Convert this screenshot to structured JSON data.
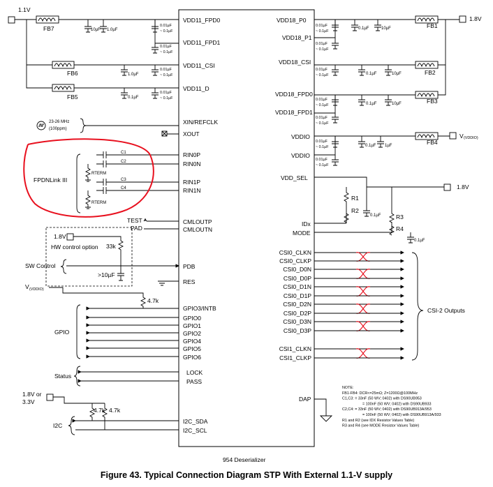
{
  "supplies": {
    "v11": "1.1V",
    "v18": "1.8V",
    "vddio_sub": "(VDDIO)",
    "v18or33_a": "1.8V or",
    "v18or33_b": "3.3V",
    "hw_v": "1.8V"
  },
  "ferrites": [
    "FB7",
    "FB6",
    "FB5",
    "FB1",
    "FB2",
    "FB3",
    "FB4"
  ],
  "caps": {
    "c10u": "10µF",
    "c1u": "1.0µF",
    "c1u_b": "1µF",
    "c01u": "0.1µF",
    "c001u": "0.01µF",
    "c01u_small": "~ 0.1µF",
    "c_ext": ">10µF"
  },
  "pins_left": [
    "VDD11_FPD0",
    "VDD11_FPD1",
    "VDD11_CSI",
    "VDD11_D",
    "XIN/REFCLK",
    "XOUT",
    "RIN0P",
    "RIN0N",
    "RIN1P",
    "RIN1N",
    "CMLOUTP",
    "CMLOUTN",
    "PDB",
    "RES",
    "GPIO3/INTB",
    "GPIO0",
    "GPIO1",
    "GPIO2",
    "GPIO4",
    "GPIO5",
    "GPIO6",
    "LOCK",
    "PASS",
    "I2C_SDA",
    "I2C_SCL"
  ],
  "pins_right": [
    "VDD18_P0",
    "VDD18_P1",
    "VDD18_CSI",
    "VDD18_FPD0",
    "VDD18_FPD1",
    "VDDIO",
    "VDDIO",
    "VDD_SEL",
    "IDx",
    "MODE",
    "DAP"
  ],
  "csi_pins": [
    "CSI0_CLKN",
    "CSI0_CLKP",
    "CSI0_D0N",
    "CSI0_D0P",
    "CSI0_D1N",
    "CSI0_D1P",
    "CSI0_D2N",
    "CSI0_D2P",
    "CSI0_D3N",
    "CSI0_D3P",
    "CSI1_CLKN",
    "CSI1_CLKP"
  ],
  "labels": {
    "clock_a": "23-26 MHz",
    "clock_b": "(100ppm)",
    "fpdlink": "FPDNLink III",
    "c1": "C1",
    "c2": "C2",
    "c3": "C3",
    "c4": "C4",
    "rterm": "RTERM",
    "test": "TEST",
    "pad": "PAD",
    "hw_option": "HW control option",
    "r33k": "33k",
    "sw_control": "SW Control",
    "vddio_in": "V",
    "vddio_in_sub": "(VDDIO)",
    "r47k": "4.7k",
    "gpio": "GPIO",
    "status": "Status",
    "i2c": "I2C",
    "csi_out": "CSI-2 Outputs",
    "r1": "R1",
    "r2": "R2",
    "r3": "R3",
    "r4": "R4",
    "chip": "954 Deserializer"
  },
  "notes": [
    "NOTE:",
    "FB1-FB4: DCR<=25mΩ; Z=1200Ω@100MHz",
    "C1,C3: = 33nF (50 WV; 0402) with DS90UB953",
    "= 100nF (50 WV; 0402) with DS90UB933",
    "C2,C4: = 33nF (50 WV; 0402) with DS90UB913A/953",
    "= 100nF (50 WV; 0402) with DS90UB913A/933",
    "R1 and R2 (see IDX Resistor Values Table)",
    "R3 and R4 (see MODE Resistor Values Table)"
  ],
  "caption": "Figure 43.  Typical Connection Diagram STP With External 1.1-V supply"
}
